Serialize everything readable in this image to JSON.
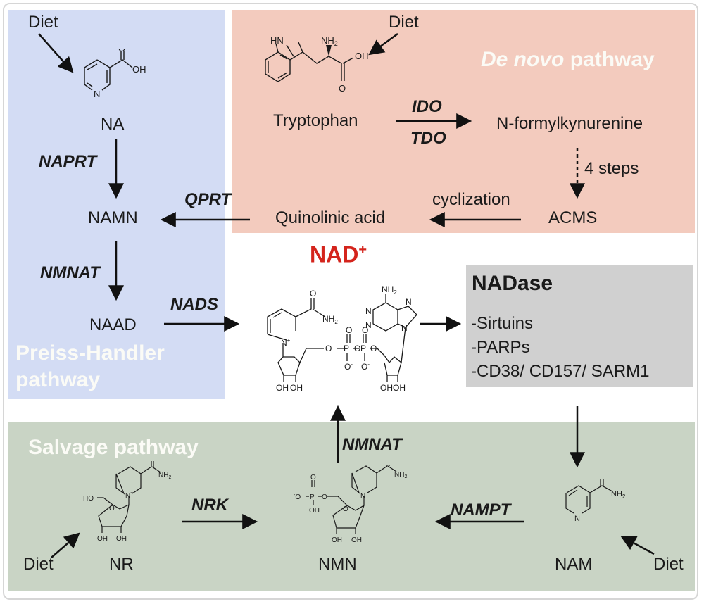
{
  "panels": {
    "preiss": {
      "title_line1": "Preiss-Handler",
      "title_line2": "pathway",
      "color": "#d3dcf4"
    },
    "denovo": {
      "title_italic": "De novo",
      "title_rest": " pathway",
      "color": "#f3cbbe"
    },
    "salvage": {
      "title": "Salvage pathway",
      "color": "#c9d4c5"
    },
    "nadase": {
      "title": "NADase",
      "items": [
        "-Sirtuins",
        "-PARPs",
        "-CD38/ CD157/ SARM1"
      ],
      "color": "#d0d0d0"
    }
  },
  "metabolites": {
    "na": "NA",
    "namn": "NAMN",
    "naad": "NAAD",
    "tryptophan": "Tryptophan",
    "nfk": "N-formylkynurenine",
    "acms": "ACMS",
    "quinolinic": "Quinolinic acid",
    "nad_main": "NAD",
    "nad_sup": "+",
    "nr": "NR",
    "nmn": "NMN",
    "nam": "NAM"
  },
  "enzymes": {
    "naprt": "NAPRT",
    "qprt": "QPRT",
    "nmnat_top": "NMNAT",
    "nads": "NADS",
    "ido": "IDO",
    "tdo": "TDO",
    "nmnat_bottom": "NMNAT",
    "nrk": "NRK",
    "nampt": "NAMPT"
  },
  "annotations": {
    "diet": "Diet",
    "four_steps": "4 steps",
    "cyclization": "cyclization"
  },
  "chem_labels": {
    "o": "O",
    "oh": "OH",
    "n": "N",
    "hn": "HN",
    "nh2": "NH",
    "sub2": "2",
    "nplus": "N",
    "plus": "+",
    "p": "P",
    "ominus": "O",
    "minus": "-",
    "ho": "HO"
  },
  "colors": {
    "nad_red": "#d4241c",
    "arrow": "#111111",
    "title_white": "#fbfbf6"
  }
}
